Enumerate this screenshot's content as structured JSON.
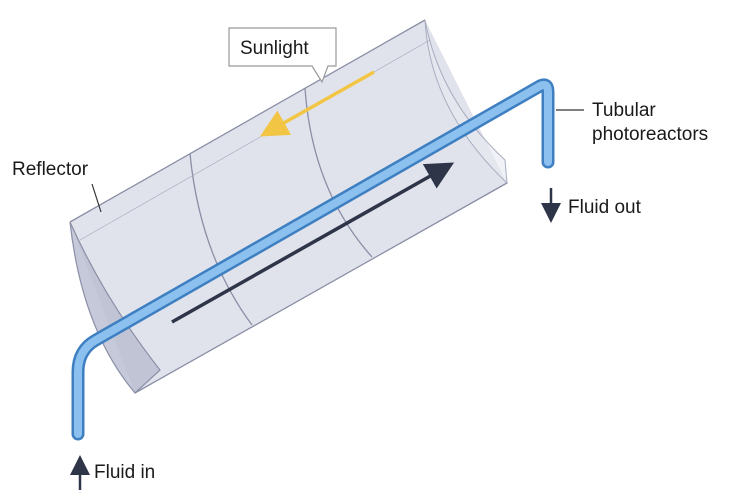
{
  "title": "Parabolic trough reflector with tubular photoreactor",
  "labels": {
    "sunlight": "Sunlight",
    "reflector": "Reflector",
    "tubular_line1": "Tubular",
    "tubular_line2": "photoreactors",
    "fluid_out": "Fluid out",
    "fluid_in": "Fluid in"
  },
  "colors": {
    "reflector_fill": "#c9ccdd",
    "reflector_edge": "#8a8fa6",
    "tube_fill": "#7fb3e3",
    "tube_edge": "#3d7fc0",
    "sunlight_arrow": "#f2c644",
    "flow_arrow": "#2f3548",
    "label_arrow": "#2f3548"
  }
}
